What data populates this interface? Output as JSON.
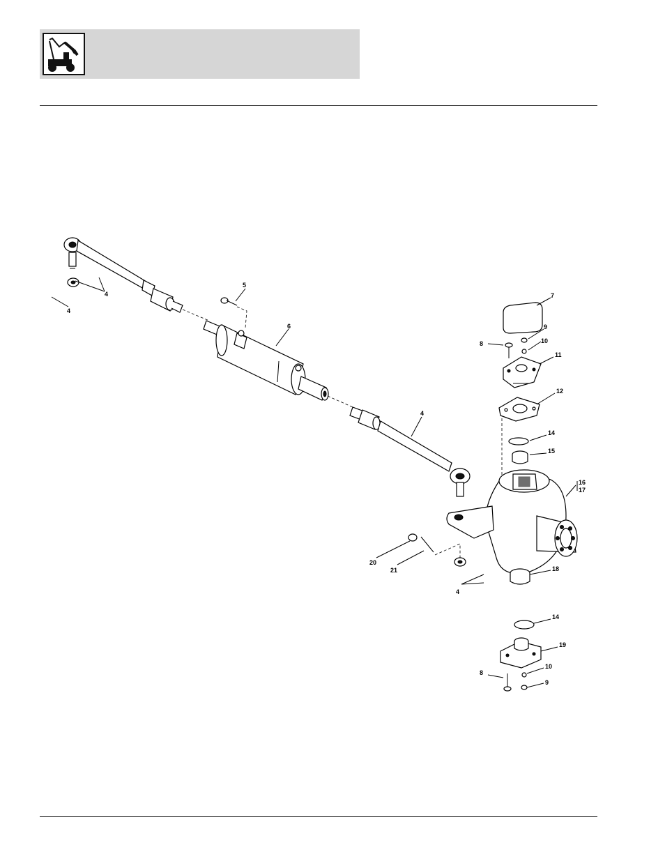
{
  "header": {
    "logo_icon": "tractor-loader-icon"
  },
  "callouts": [
    {
      "id": "c4a",
      "label": "4"
    },
    {
      "id": "c4b",
      "label": "4"
    },
    {
      "id": "c5",
      "label": "5"
    },
    {
      "id": "c6",
      "label": "6"
    },
    {
      "id": "c4c",
      "label": "4"
    },
    {
      "id": "c7",
      "label": "7"
    },
    {
      "id": "c9a",
      "label": "9"
    },
    {
      "id": "c8a",
      "label": "8"
    },
    {
      "id": "c10a",
      "label": "10"
    },
    {
      "id": "c11",
      "label": "11"
    },
    {
      "id": "c12",
      "label": "12"
    },
    {
      "id": "c14a",
      "label": "14"
    },
    {
      "id": "c15",
      "label": "15"
    },
    {
      "id": "c16",
      "label": "16"
    },
    {
      "id": "c17",
      "label": "17"
    },
    {
      "id": "c18",
      "label": "18"
    },
    {
      "id": "c20",
      "label": "20"
    },
    {
      "id": "c21",
      "label": "21"
    },
    {
      "id": "c4d",
      "label": "4"
    },
    {
      "id": "c14b",
      "label": "14"
    },
    {
      "id": "c19",
      "label": "19"
    },
    {
      "id": "c10b",
      "label": "10"
    },
    {
      "id": "c8b",
      "label": "8"
    },
    {
      "id": "c9b",
      "label": "9"
    }
  ]
}
